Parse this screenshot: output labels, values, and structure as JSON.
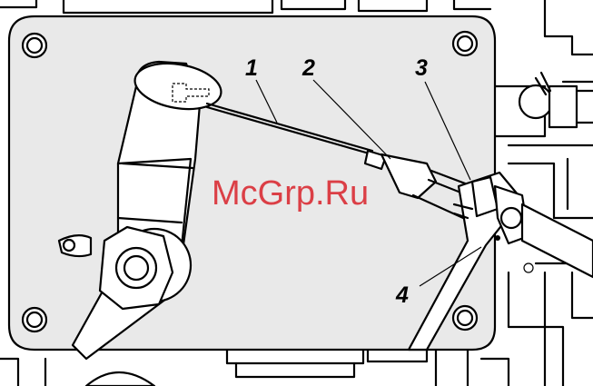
{
  "callouts": [
    {
      "id": "1",
      "label": "1"
    },
    {
      "id": "2",
      "label": "2"
    },
    {
      "id": "3",
      "label": "3"
    },
    {
      "id": "4",
      "label": "4"
    }
  ],
  "watermark": "McGrp.Ru",
  "colors": {
    "line_art": "#000000",
    "plate_fill": "#e9e9e9",
    "background": "#ffffff",
    "watermark": "#d9222a"
  }
}
